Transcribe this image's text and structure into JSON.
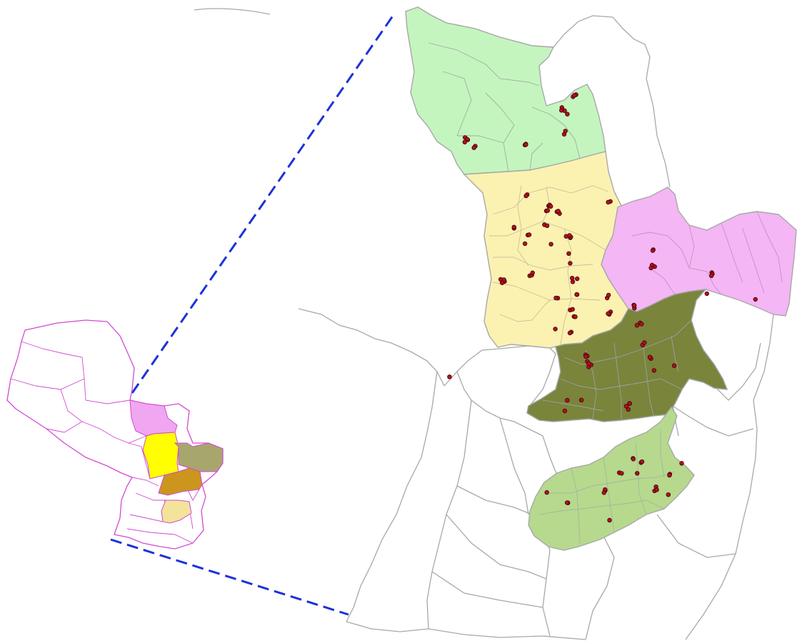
{
  "colors": {
    "background": "#ffffff",
    "boundary_gray": "#a8a8a8",
    "region_north_green": "#c4f5bf",
    "region_yellow": "#fbf2b1",
    "region_pink": "#f4b6f4",
    "region_olive": "#7a843b",
    "region_south_green": "#b6d98e",
    "sample_point_fill": "#b3101f",
    "sample_point_outline": "#3a0008",
    "inset_outline_magenta": "#d24ad2",
    "inset_pink": "#f0a6f0",
    "inset_yellow": "#ffff00",
    "inset_sage": "#a7a66d",
    "inset_brown": "#cc951e",
    "inset_light_yellow": "#f3e39b",
    "zoom_line_blue": "#1c32d8"
  },
  "map": {
    "highlighted_regions": [
      {
        "id": "north-green",
        "color": "#c4f5bf"
      },
      {
        "id": "yellow",
        "color": "#fbf2b1"
      },
      {
        "id": "pink",
        "color": "#f4b6f4"
      },
      {
        "id": "olive",
        "color": "#7a843b"
      },
      {
        "id": "south-green",
        "color": "#b6d98e"
      }
    ],
    "inset": {
      "description_hidden": true,
      "highlighted_regions": [
        {
          "id": "inset-pink",
          "color": "#f0a6f0"
        },
        {
          "id": "inset-yellow",
          "color": "#ffff00"
        },
        {
          "id": "inset-sage",
          "color": "#a7a66d"
        },
        {
          "id": "inset-brown",
          "color": "#cc951e"
        },
        {
          "id": "inset-light-yellow",
          "color": "#f3e39b"
        }
      ]
    },
    "zoom_indicator": {
      "style": "dashed",
      "color": "#1c32d8"
    }
  }
}
